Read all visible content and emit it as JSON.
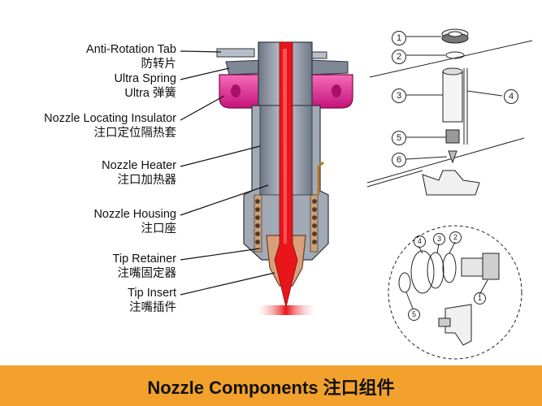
{
  "labels": [
    {
      "en": "Anti-Rotation Tab",
      "zh": "防转片"
    },
    {
      "en": "Ultra Spring",
      "zh": "Ultra 弹簧"
    },
    {
      "en": "Nozzle Locating Insulator",
      "zh": "注口定位隔热套"
    },
    {
      "en": "Nozzle Heater",
      "zh": "注口加热器"
    },
    {
      "en": "Nozzle Housing",
      "zh": "注口座"
    },
    {
      "en": "Tip Retainer",
      "zh": "注嘴固定器"
    },
    {
      "en": "Tip Insert",
      "zh": "注嘴插件"
    }
  ],
  "callouts_top": [
    "1",
    "2",
    "3",
    "4",
    "5",
    "6"
  ],
  "callouts_bottom": [
    "4",
    "3",
    "2",
    "1",
    "5"
  ],
  "footer": {
    "title": "Nozzle Components 注口组件"
  },
  "colors": {
    "melt": "#e8151b",
    "insulator": "#e0208a",
    "footer": "#f2a12c",
    "steel": "#8c96a6"
  }
}
